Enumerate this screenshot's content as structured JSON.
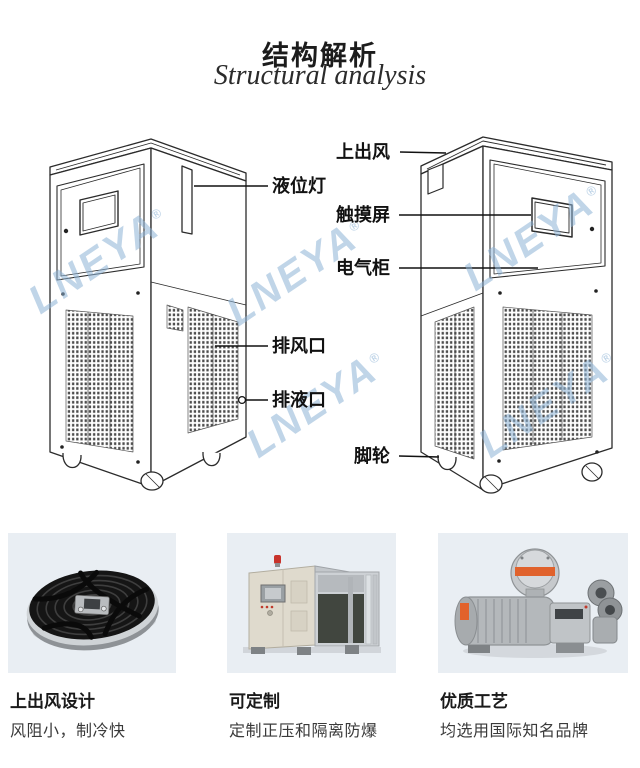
{
  "header": {
    "title_zh": "结构解析",
    "title_en": "Structural analysis"
  },
  "watermark": {
    "text": "LNEYA",
    "reg_mark": "®",
    "color": "#8cb3d6"
  },
  "callouts": {
    "left_machine": [
      {
        "label": "液位灯"
      },
      {
        "label": "排风口"
      },
      {
        "label": "排液口"
      }
    ],
    "right_machine": [
      {
        "label": "上出风"
      },
      {
        "label": "触摸屏"
      },
      {
        "label": "电气柜"
      },
      {
        "label": "脚轮"
      }
    ]
  },
  "features": [
    {
      "title": "上出风设计",
      "desc": "风阻小，制冷快",
      "photo": "axial-fan-photo"
    },
    {
      "title": "可定制",
      "desc": "定制正压和隔离防爆",
      "photo": "explosion-proof-unit-photo"
    },
    {
      "title": "优质工艺",
      "desc": "均选用国际知名品牌",
      "photo": "pump-motor-photo"
    }
  ],
  "colors": {
    "line": "#2b2b2b",
    "photo_bg": "#e9eef3"
  }
}
